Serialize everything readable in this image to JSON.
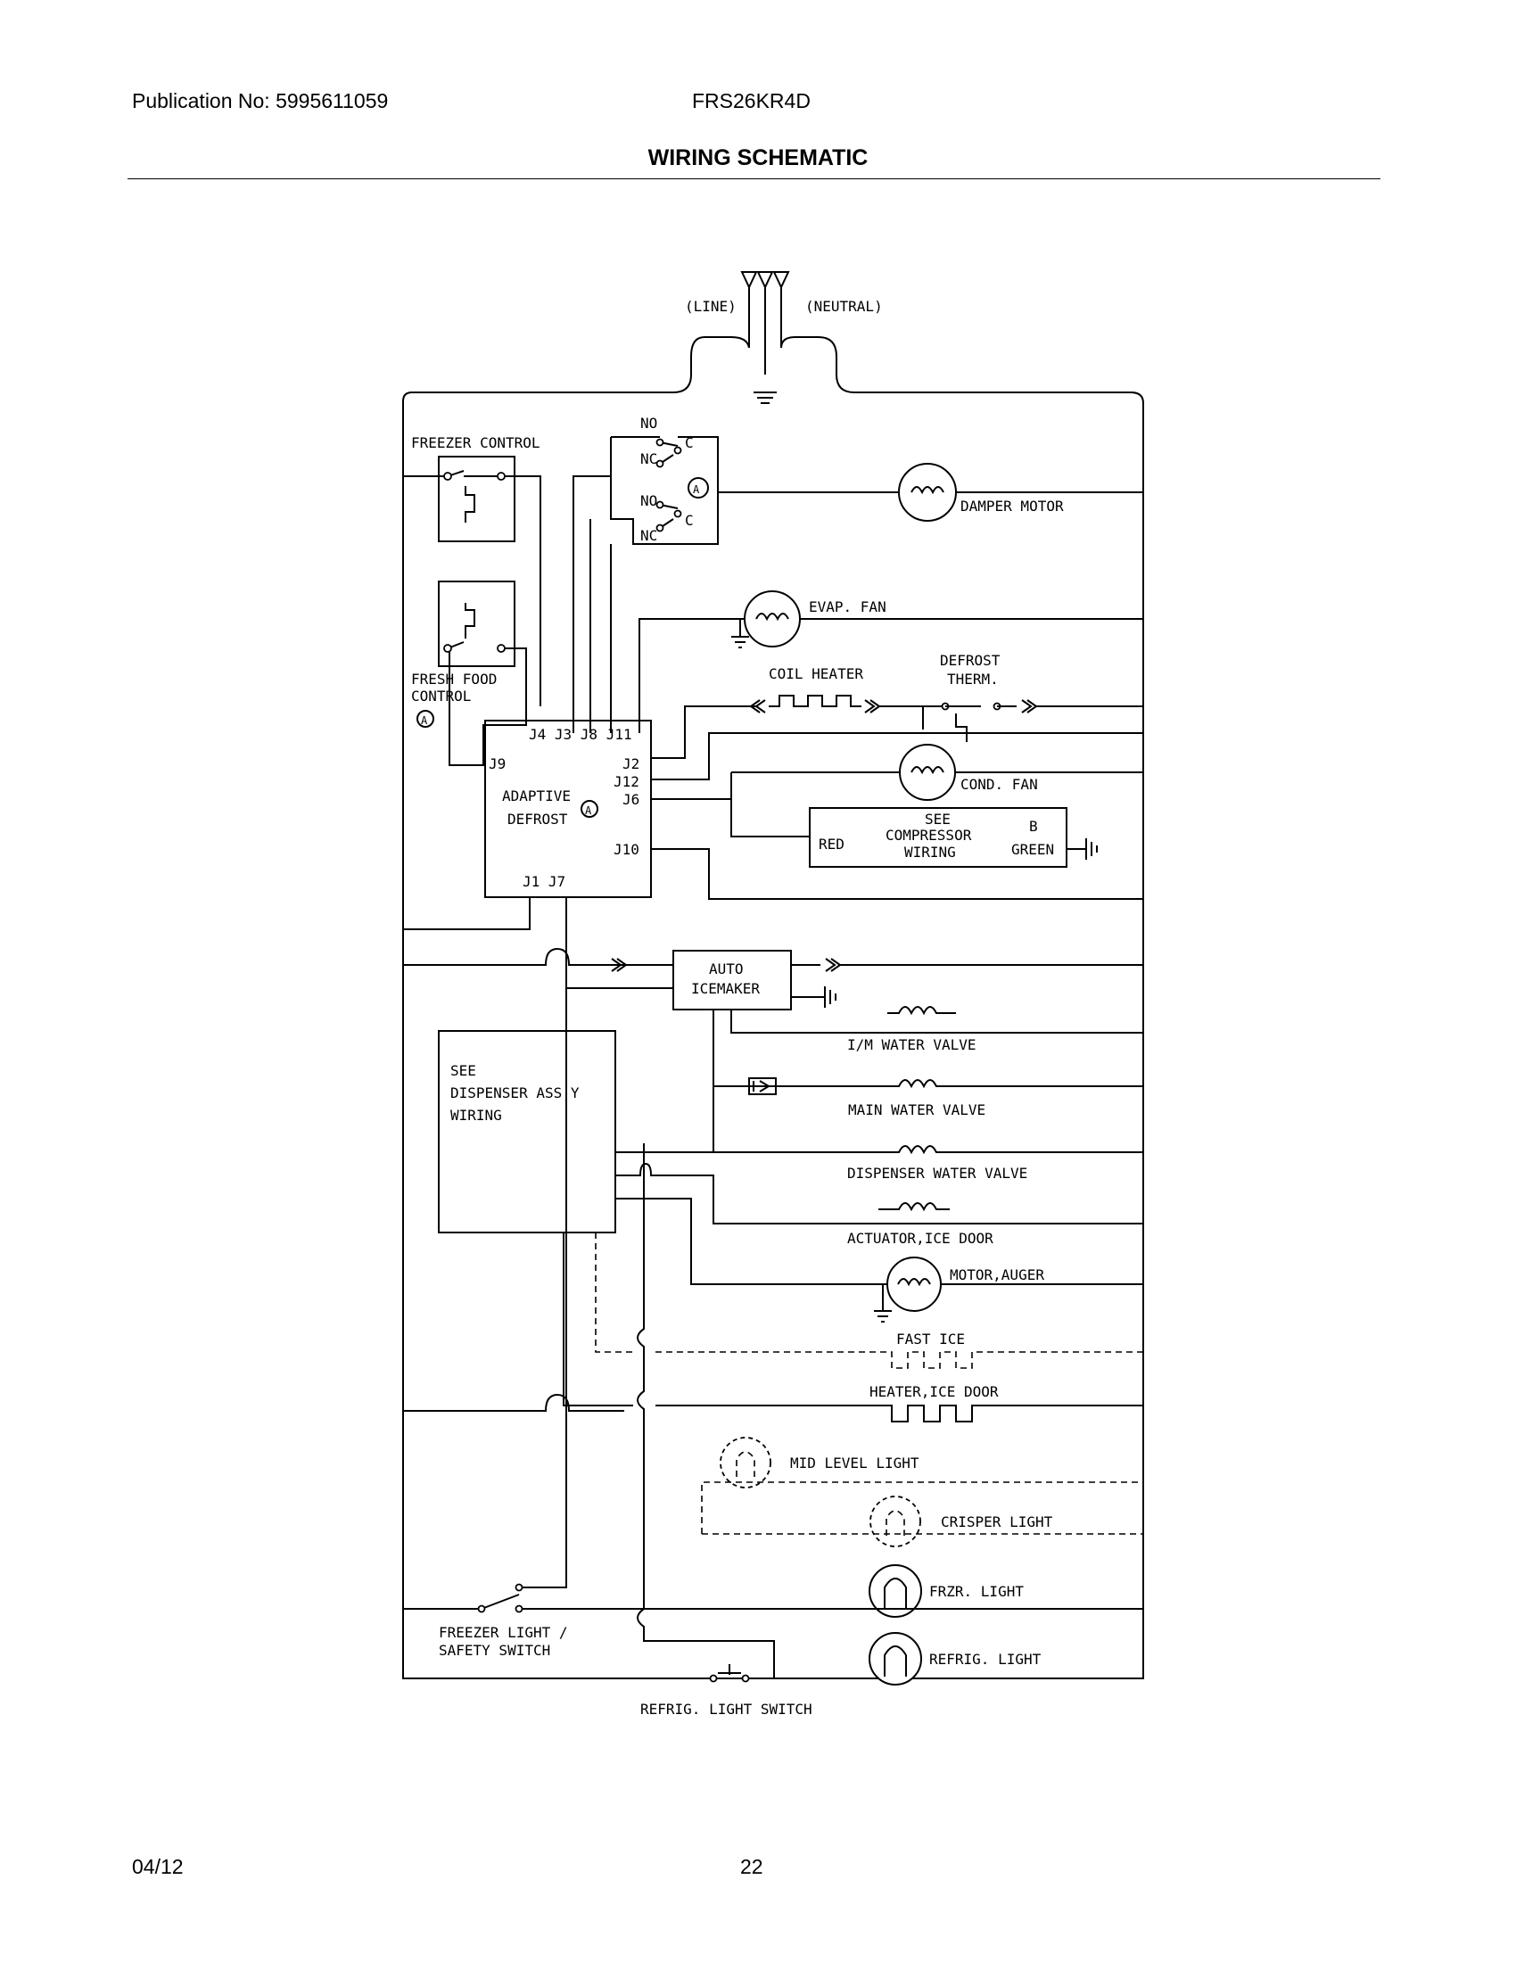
{
  "header": {
    "publication": "Publication No: 5995611059",
    "model": "FRS26KR4D",
    "title": "WIRING SCHEMATIC"
  },
  "footer": {
    "date": "04/12",
    "page": "22"
  },
  "schematic": {
    "supply": {
      "line": "(LINE)",
      "neutral": "(NEUTRAL)"
    },
    "switch_labels": {
      "no": "NO",
      "nc": "NC",
      "c": "C",
      "a": "A"
    },
    "freezer_control": "FREEZER CONTROL",
    "fresh_food_control": [
      "FRESH FOOD",
      "CONTROL"
    ],
    "adaptive_defrost": {
      "line1": "ADAPTIVE",
      "line2": "DEFROST",
      "pins_top": "J4  J3 J8 J11",
      "j2": "J2",
      "j12": "J12",
      "j6": "J6",
      "j9": "J9",
      "j10": "J10",
      "pins_bottom": "J1  J7"
    },
    "damper_motor": "DAMPER MOTOR",
    "evap_fan": "EVAP. FAN",
    "coil_heater": "COIL HEATER",
    "defrost_therm": [
      "DEFROST",
      "THERM."
    ],
    "cond_fan": "COND. FAN",
    "compressor": {
      "line1": "SEE",
      "line2": "COMPRESSOR",
      "line3": "WIRING",
      "red": "RED",
      "b": "B",
      "green": "GREEN"
    },
    "icemaker": [
      "AUTO",
      "ICEMAKER"
    ],
    "dispenser": [
      "SEE",
      "DISPENSER ASS'Y",
      "WIRING"
    ],
    "im_water_valve": "I/M WATER VALVE",
    "main_water_valve": "MAIN WATER VALVE",
    "dispenser_water_valve": "DISPENSER WATER VALVE",
    "actuator_ice_door": "ACTUATOR,ICE DOOR",
    "motor_auger": "MOTOR,AUGER",
    "fast_ice": "FAST ICE",
    "heater_ice_door": "HEATER,ICE DOOR",
    "mid_level_light": "MID LEVEL LIGHT",
    "crisper_light": "CRISPER LIGHT",
    "frzr_light": "FRZR. LIGHT",
    "refrig_light": "REFRIG. LIGHT",
    "freezer_light_switch": [
      "FREEZER LIGHT /",
      "SAFETY SWITCH"
    ],
    "refrig_light_switch": "REFRIG. LIGHT SWITCH"
  }
}
